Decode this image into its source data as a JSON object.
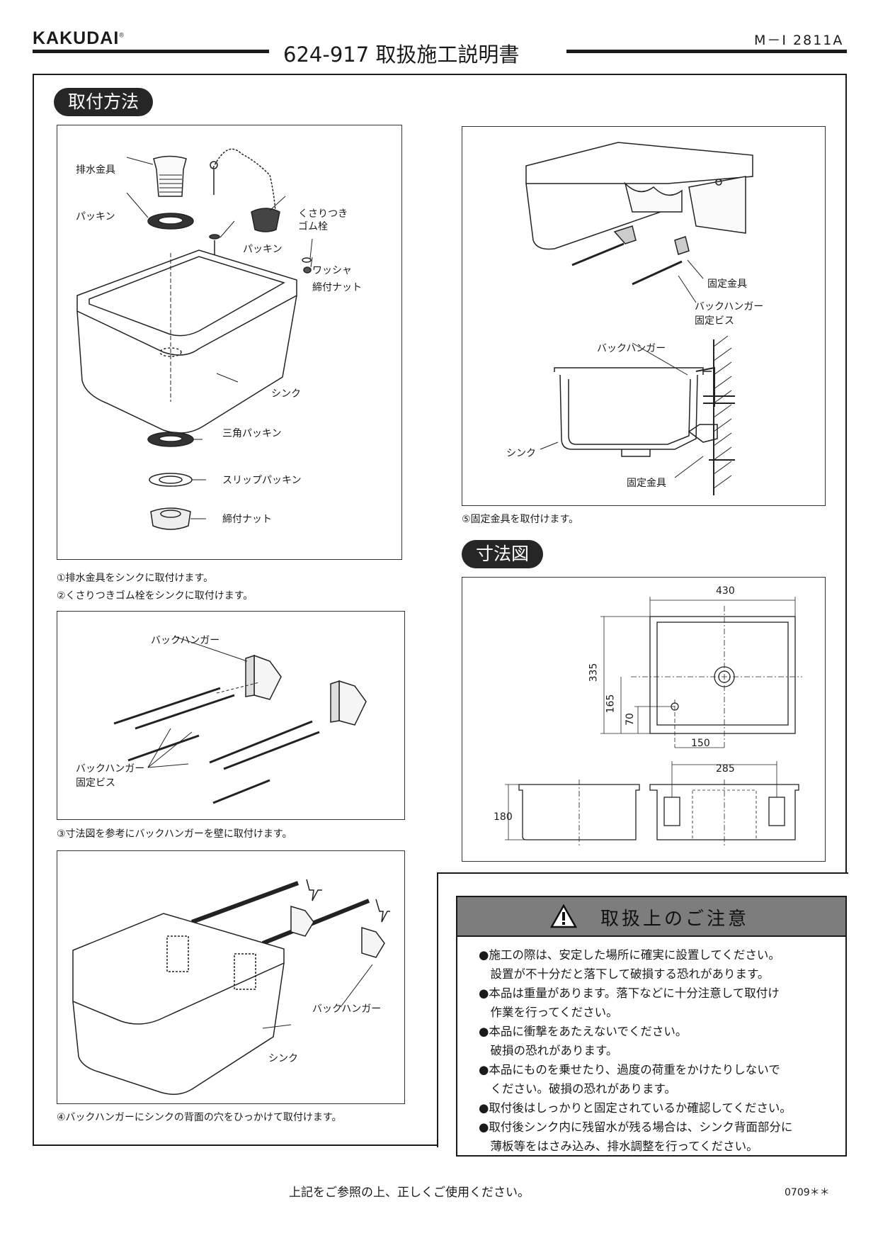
{
  "header": {
    "brand": "KAKUDAI",
    "brand_mark": "®",
    "title": "624-917 取扱施工説明書",
    "code": "M－I 2811A"
  },
  "install": {
    "heading": "取付方法",
    "fig1_labels": {
      "drain_fitting": "排水金具",
      "packing": "パッキン",
      "chain_plug": "くさりつき\nゴム栓",
      "packing2": "パッキン",
      "washer": "ワッシャ",
      "nut": "締付ナット",
      "sink": "シンク",
      "triangle_packing": "三角パッキン",
      "slip_packing": "スリップパッキン",
      "nut2": "締付ナット"
    },
    "step1": "①排水金具をシンクに取付けます。",
    "step2": "②くさりつきゴム栓をシンクに取付けます。",
    "fig3_labels": {
      "back_hanger": "バックハンガー",
      "screw": "バックハンガー\n固定ビス"
    },
    "step3": "③寸法図を参考にバックハンガーを壁に取付けます。",
    "fig4_labels": {
      "back_hanger": "バックハンガー",
      "sink": "シンク"
    },
    "step4": "④バックハンガーにシンクの背面の穴をひっかけて取付けます。",
    "fig5_labels": {
      "bracket": "固定金具",
      "screw": "バックハンガー\n固定ビス",
      "back_hanger": "バックハンガー",
      "sink": "シンク",
      "bracket2": "固定金具"
    },
    "step5": "⑤固定金具を取付けます。"
  },
  "dimensions": {
    "heading": "寸法図",
    "values": {
      "width": "430",
      "depth": "335",
      "drain_from_back": "165",
      "hole_from_back": "70",
      "hole_offset": "150",
      "rear_width": "285",
      "height": "180"
    }
  },
  "notice": {
    "heading": "取扱上のご注意",
    "items": [
      "●施工の際は、安定した場所に確実に設置してください。",
      "　設置が不十分だと落下して破損する恐れがあります。",
      "●本品は重量があります。落下などに十分注意して取付け",
      "　作業を行ってください。",
      "●本品に衝撃をあたえないでください。",
      "　破損の恐れがあります。",
      "●本品にものを乗せたり、過度の荷重をかけたりしないで",
      "　ください。破損の恐れがあります。",
      "●取付後はしっかりと固定されているか確認してください。",
      "●取付後シンク内に残留水が残る場合は、シンク背面部分に",
      "　薄板等をはさみ込み、排水調整を行ってください。"
    ]
  },
  "footer": {
    "message": "上記をご参照の上、正しくご使用ください。",
    "code": "0709＊＊"
  }
}
